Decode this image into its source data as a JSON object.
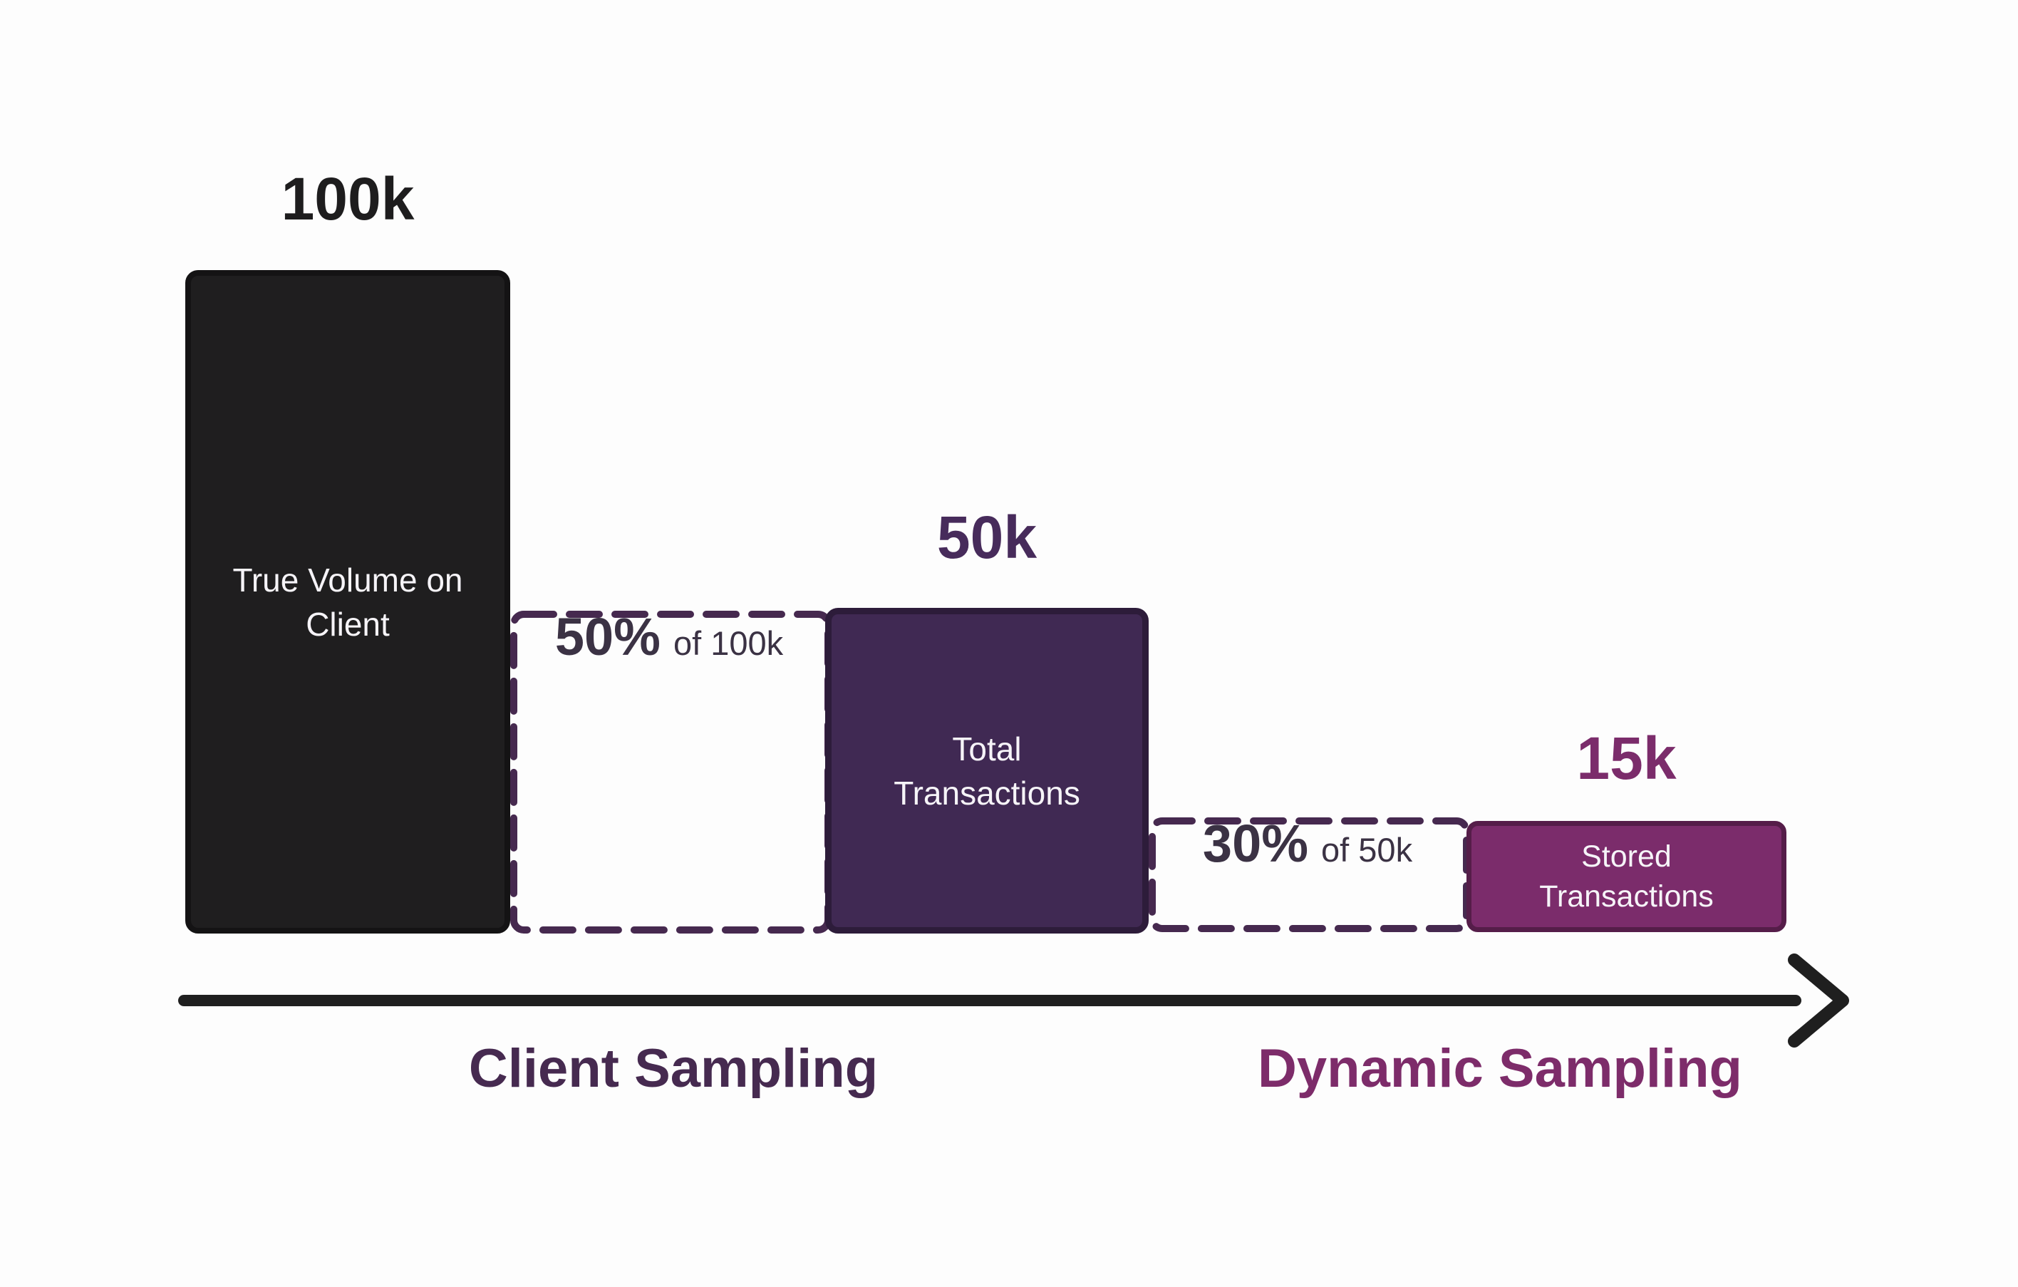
{
  "palette": {
    "background": "#fdfdfd",
    "black_bar": "#1f1e1f",
    "dark_purple_bar": "#402953",
    "magenta_bar": "#7b2c6b",
    "dashed_stroke": "#46294f",
    "arrow": "#1f1f1f",
    "value_100k_color": "#1e1d1e",
    "value_50k_color": "#472b5b",
    "value_15k_color": "#7b2c6b",
    "percent_text_color": "#3b3244",
    "client_phase_color": "#462a50",
    "dynamic_phase_color": "#7d2c6a",
    "bar_text_color": "#f6f4f8"
  },
  "stages": [
    {
      "value_label": "100k",
      "bar_line1": "True Volume on",
      "bar_line2": "Client"
    },
    {
      "value_label": "50k",
      "bar_line1": "Total",
      "bar_line2": "Transactions"
    },
    {
      "value_label": "15k",
      "bar_line1": "Stored",
      "bar_line2": "Transactions"
    }
  ],
  "reductions": [
    {
      "pct": "50%",
      "of": "of 100k"
    },
    {
      "pct": "30%",
      "of": "of 50k"
    }
  ],
  "axis": {
    "client_label": "Client Sampling",
    "dynamic_label": "Dynamic Sampling"
  },
  "chart_data": {
    "type": "funnel-bar",
    "stages": [
      {
        "label": "True Volume on Client",
        "value": 100000,
        "display": "100k"
      },
      {
        "label": "Total Transactions",
        "value": 50000,
        "display": "50k"
      },
      {
        "label": "Stored Transactions",
        "value": 15000,
        "display": "15k"
      }
    ],
    "transitions": [
      {
        "from": "True Volume on Client",
        "to": "Total Transactions",
        "rate": "50%",
        "of": "100k",
        "phase": "Client Sampling"
      },
      {
        "from": "Total Transactions",
        "to": "Stored Transactions",
        "rate": "30%",
        "of": "50k",
        "phase": "Dynamic Sampling"
      }
    ],
    "layout": {
      "baseline_y_fraction": 1.0,
      "grid": false,
      "orientation": "left-to-right decreasing funnel"
    }
  }
}
